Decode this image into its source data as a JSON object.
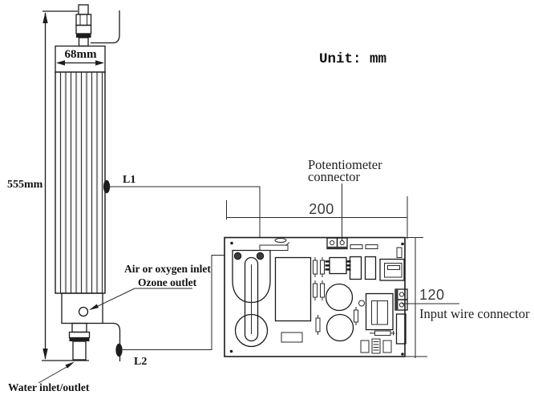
{
  "diagram": {
    "unit_label": "Unit: mm",
    "tube": {
      "width_label": "68mm",
      "height_label": "555mm",
      "wire1_label": "L1",
      "wire2_label": "L2",
      "air_inlet_label": "Air or oxygen inlet",
      "ozone_outlet_label": "Ozone outlet",
      "water_label": "Water inlet/outlet"
    },
    "board": {
      "width_label": "200",
      "height_label": "120",
      "potentiometer_label_line1": "Potentiometer",
      "potentiometer_label_line2": "connector",
      "input_wire_label": "Input wire connector"
    },
    "colors": {
      "line": "#1a1a1a",
      "background": "#ffffff",
      "terminal": "#1d1d1d"
    }
  }
}
